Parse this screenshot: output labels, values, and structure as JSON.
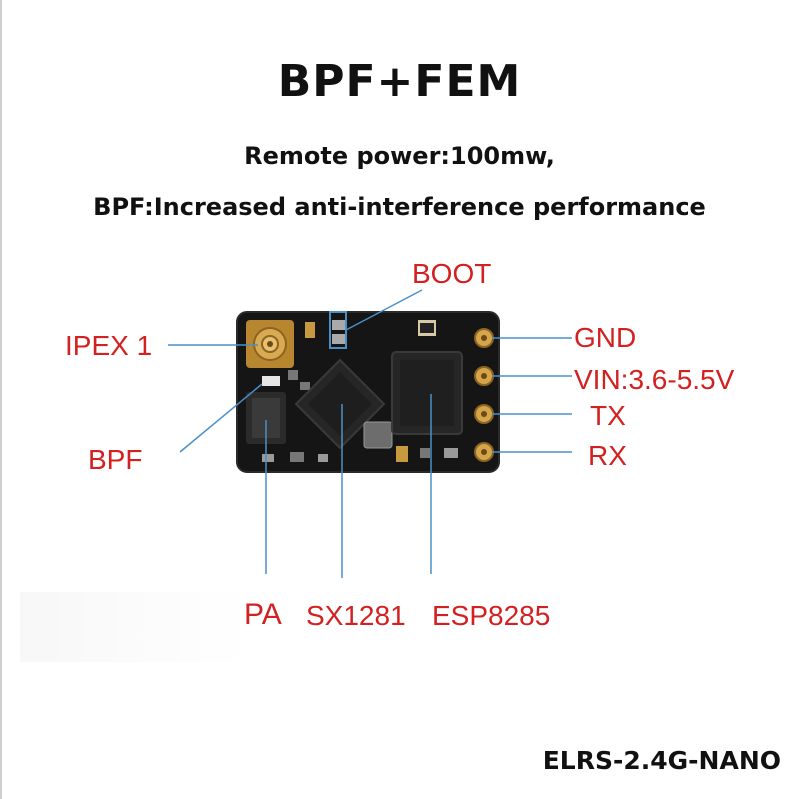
{
  "title": "BPF+FEM",
  "subtitle_power": "Remote power:100mw,",
  "subtitle_bpf": "BPF:Increased anti-interference performance",
  "labels": {
    "boot": "BOOT",
    "ipex": "IPEX 1",
    "bpf": "BPF",
    "gnd": "GND",
    "vin": "VIN:3.6-5.5V",
    "tx": "TX",
    "rx": "RX",
    "pa": "PA",
    "sx": "SX1281",
    "esp": "ESP8285"
  },
  "model": "ELRS-2.4G-NANO",
  "colors": {
    "label_red": "#d32020",
    "leader_blue": "#4a90c8",
    "board_black": "#141414",
    "pad_gold": "#c99a3a"
  }
}
